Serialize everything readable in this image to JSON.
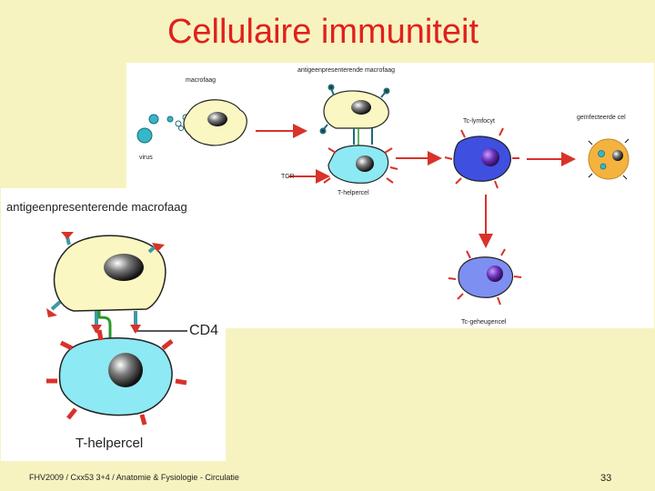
{
  "title": "Cellulaire immuniteit",
  "diagram": {
    "labels": {
      "macrofaag": "macrofaag",
      "antigen_macrofaag_top": "antigeenpresenterende  macrofaag",
      "tc_lymfocyt": "Tc-lymfocyt",
      "geinfecteerde_cel": "geïnfecteerde cel",
      "virus": "virus",
      "tcr": "TCR",
      "t_helpercel": "T-helpercel",
      "tc_geheugencel": "Tc-geheugencel"
    },
    "inset": {
      "heading": "antigeenpresenterende  macrofaag",
      "cd4": "CD4",
      "t_helpercel": "T-helpercel"
    },
    "colors": {
      "macrophage": "#fbf7c2",
      "t_helper": "#8de9f4",
      "tc": "#3f4fe0",
      "memory": "#7d8ff0",
      "infected": "#f3b33e",
      "virus": "#36b7c9",
      "arrow": "#d8322a",
      "receptor": "#d8322a"
    }
  },
  "footer": {
    "text": "FHV2009 / Cxx53 3+4 / Anatomie & Fysiologie - Circulatie",
    "page": "33"
  }
}
